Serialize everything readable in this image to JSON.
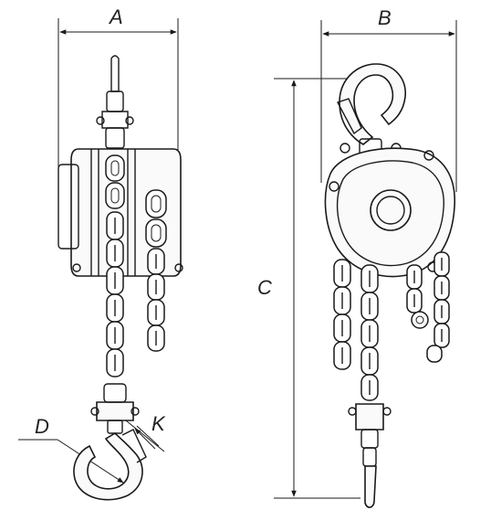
{
  "dimensions": {
    "a": "A",
    "b": "B",
    "c": "C",
    "d": "D",
    "k": "K"
  },
  "colors": {
    "line": "#1a1a1a",
    "background": "#ffffff"
  }
}
